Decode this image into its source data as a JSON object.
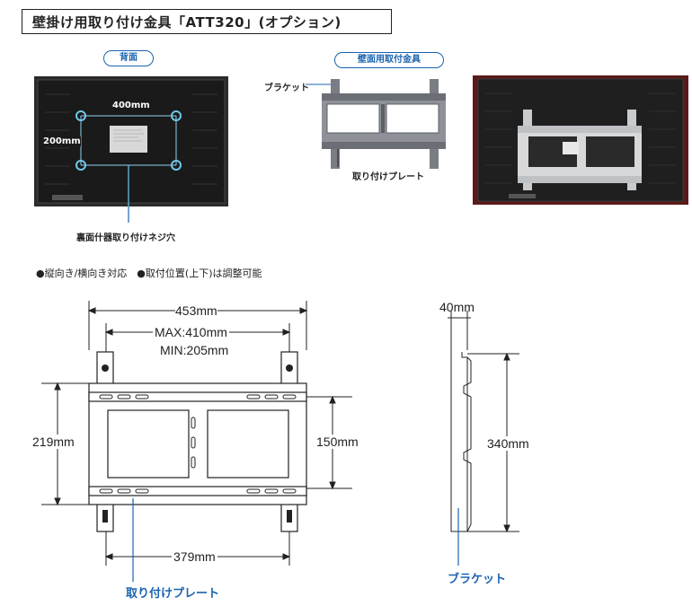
{
  "title": "壁掛け用取り付け金具「ATT320」(オプション)",
  "photos": {
    "back": {
      "tag": "背面",
      "width_label": "400mm",
      "height_label": "200mm",
      "hole_label": "裏面什器取り付けネジ穴"
    },
    "bracket": {
      "tag": "壁面用取付金具",
      "bracket_label": "ブラケット",
      "plate_label": "取り付けプレート"
    }
  },
  "features": "●縦向き/横向き対応　●取付位置(上下)は調整可能",
  "drawing": {
    "width_total": "453mm",
    "max_span": "MAX:410mm",
    "min_span": "MIN:205mm",
    "height_left": "219mm",
    "height_right": "150mm",
    "bottom_width": "379mm",
    "plate_label": "取り付けプレート",
    "side_depth": "40mm",
    "side_height": "340mm",
    "bracket_label": "ブラケット"
  },
  "colors": {
    "accent": "#1a63b0",
    "line": "#222222"
  }
}
